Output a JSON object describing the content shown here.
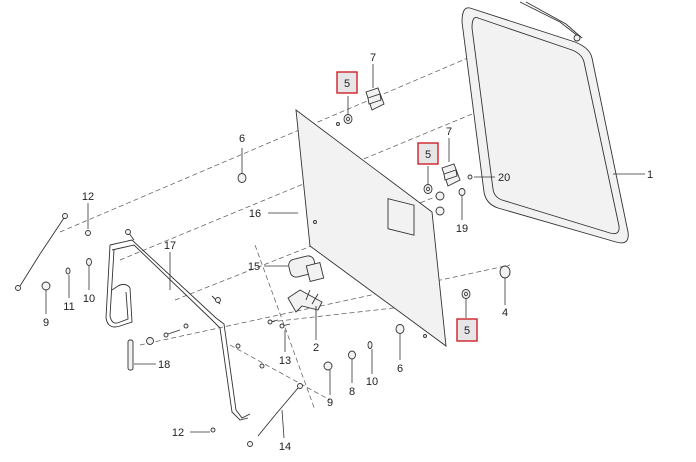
{
  "callouts": {
    "c1": "1",
    "c2": "2",
    "c4": "4",
    "c5a": "5",
    "c5b": "5",
    "c5c": "5",
    "c6a": "6",
    "c6b": "6",
    "c7a": "7",
    "c7b": "7",
    "c8": "8",
    "c9a": "9",
    "c9b": "9",
    "c10a": "10",
    "c10b": "10",
    "c11": "11",
    "c12a": "12",
    "c12b": "12",
    "c13": "13",
    "c14": "14",
    "c15": "15",
    "c16": "16",
    "c17": "17",
    "c18": "18",
    "c19": "19",
    "c20": "20"
  },
  "colors": {
    "highlight_border": "#d0202a",
    "highlight_fill": "#e6e6e6",
    "line": "#333333"
  }
}
